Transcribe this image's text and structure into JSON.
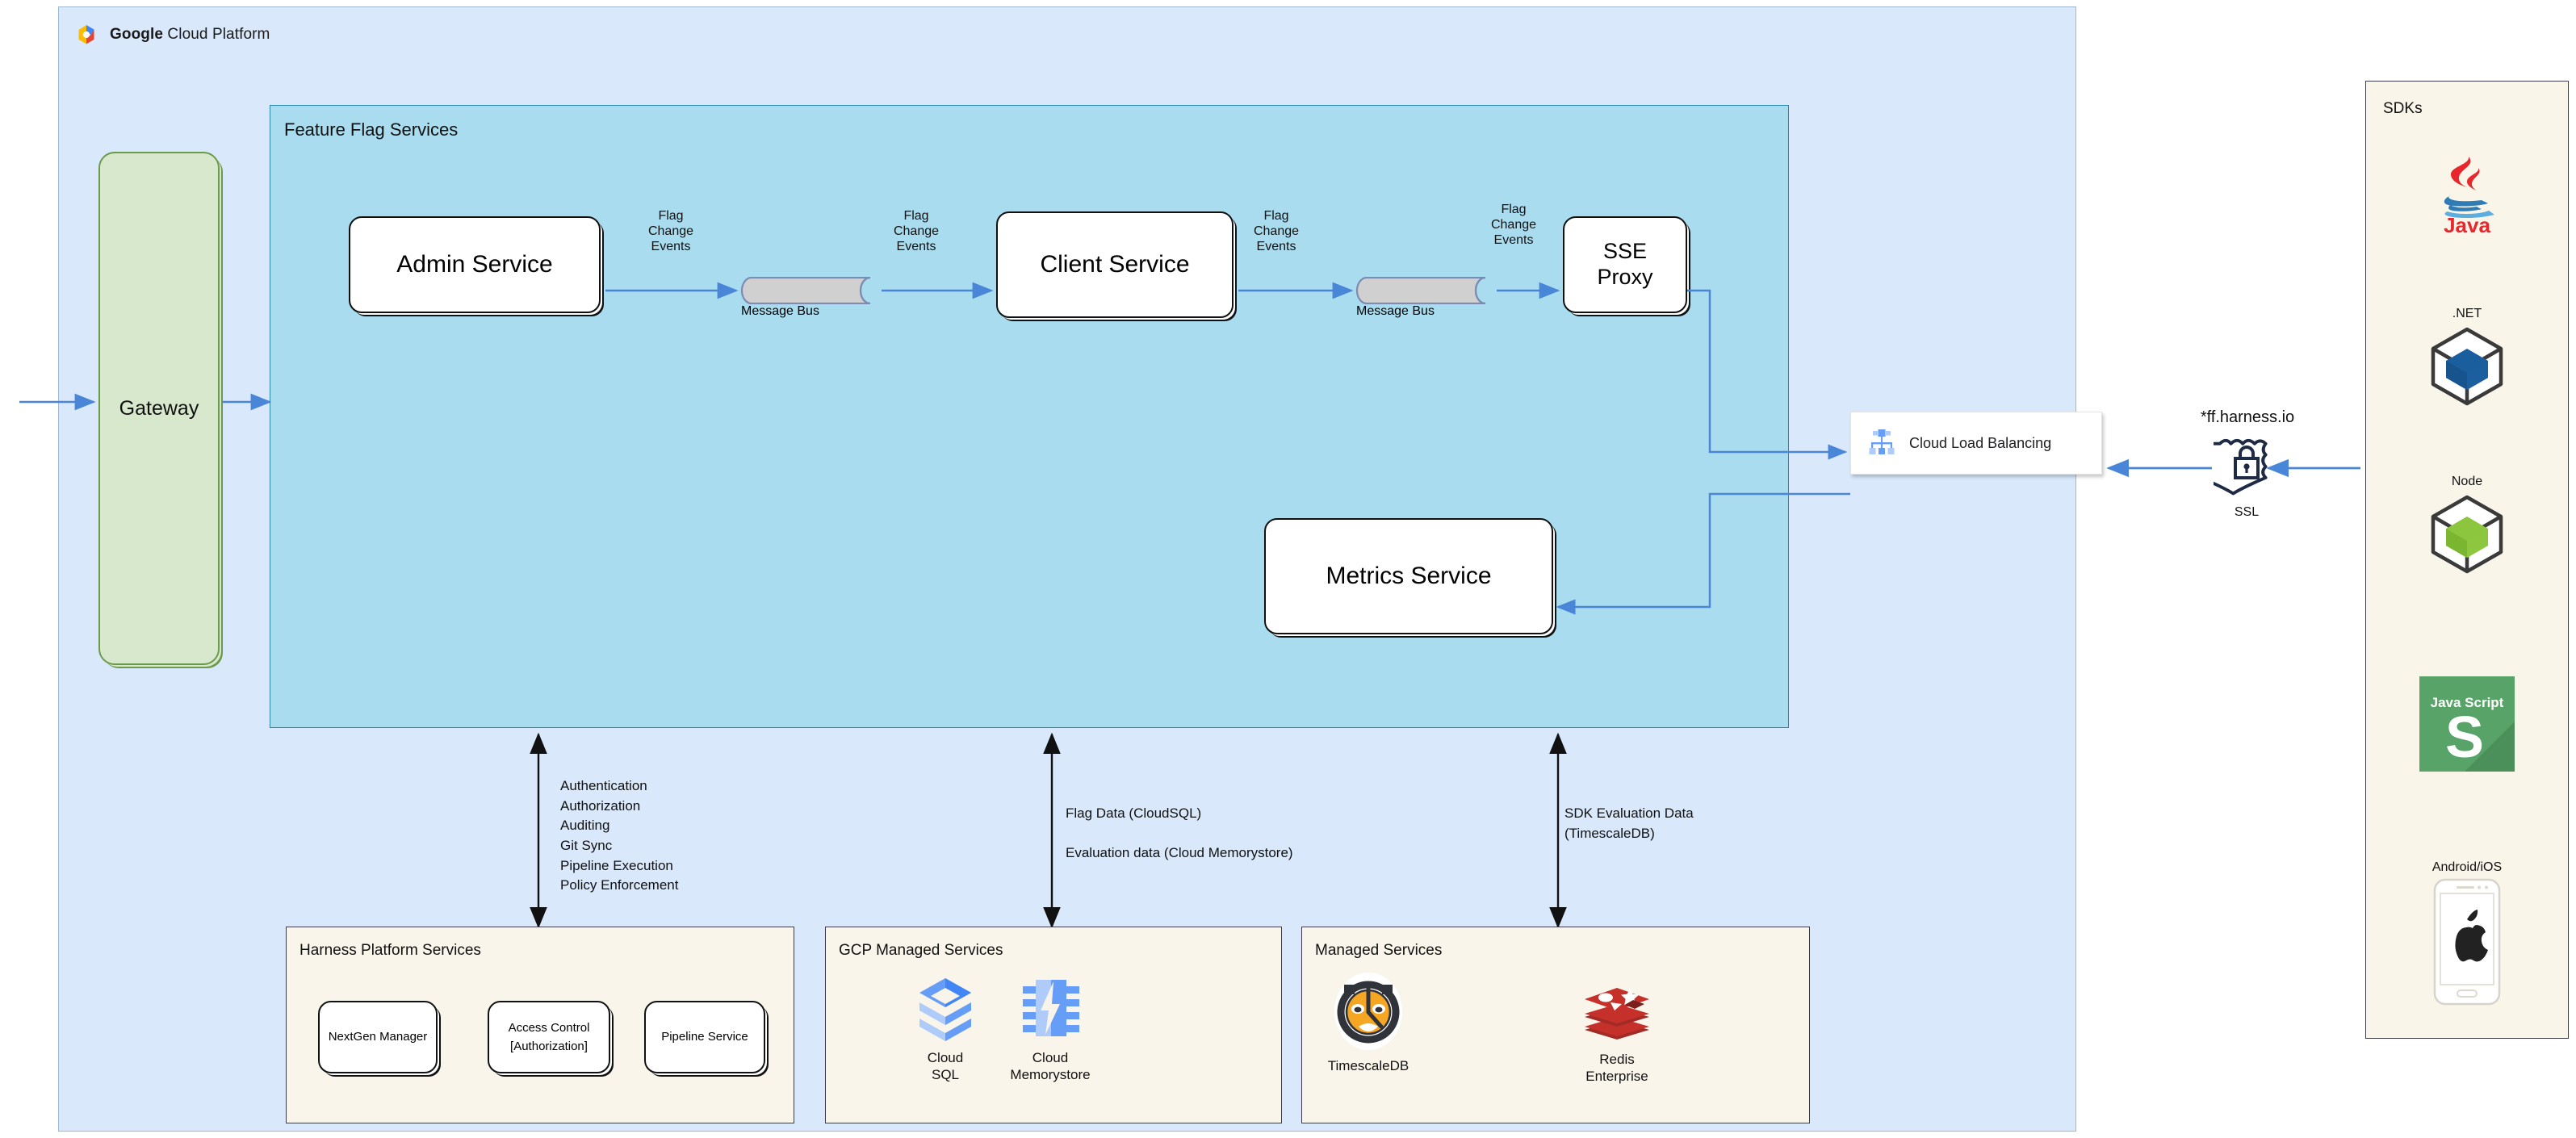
{
  "gcp": {
    "title_bold": "Google",
    "title_rest": " Cloud Platform",
    "logo_icon": "google-cloud-logo-icon",
    "bg_color": "#d9e8fb"
  },
  "gateway": {
    "label": "Gateway",
    "fill": "#d8e8cd",
    "stroke": "#6a9a4a"
  },
  "feature_flag_services": {
    "title": "Feature Flag Services",
    "fill": "#a9dcee",
    "stroke": "#2a87a8",
    "nodes": [
      {
        "id": "admin-service",
        "label": "Admin Service"
      },
      {
        "id": "client-service",
        "label": "Client Service"
      },
      {
        "id": "sse-proxy",
        "label": "SSE\nProxy"
      },
      {
        "id": "metrics-service",
        "label": "Metrics Service"
      }
    ],
    "message_buses": [
      {
        "id": "message-bus-1",
        "label": "Message Bus"
      },
      {
        "id": "message-bus-2",
        "label": "Message Bus"
      }
    ],
    "edge_labels": [
      {
        "id": "edge-admin-to-bus1",
        "text": "Flag\nChange\nEvents"
      },
      {
        "id": "edge-bus1-to-client",
        "text": "Flag\nChange\nEvents"
      },
      {
        "id": "edge-client-to-bus2",
        "text": "Flag\nChange\nEvents"
      },
      {
        "id": "edge-bus2-to-sse",
        "text": "Flag\nChange\nEvents"
      }
    ]
  },
  "load_balancer": {
    "label": "Cloud Load Balancing",
    "icon": "cloud-load-balancing-icon"
  },
  "external": {
    "domain": "*ff.harness.io",
    "ssl_label": "SSL",
    "ssl_icon": "ssl-shield-lock-icon"
  },
  "connector_notes": [
    {
      "id": "note-harness-platform",
      "lines": [
        "Authentication",
        "Authorization",
        "Auditing",
        "Git Sync",
        "Pipeline Execution",
        "Policy Enforcement"
      ]
    },
    {
      "id": "note-gcp-managed",
      "lines": [
        "Flag Data (CloudSQL)",
        "",
        "Evaluation data (Cloud Memorystore)"
      ]
    },
    {
      "id": "note-managed-services",
      "lines": [
        "SDK Evaluation Data",
        "(TimescaleDB)"
      ]
    }
  ],
  "bottom_panels": [
    {
      "id": "harness-platform-services",
      "title": "Harness Platform Services",
      "items": [
        {
          "id": "nextgen-manager",
          "label": "NextGen Manager"
        },
        {
          "id": "access-control",
          "label": "Access Control\n[Authorization]"
        },
        {
          "id": "pipeline-service",
          "label": "Pipeline Service"
        }
      ]
    },
    {
      "id": "gcp-managed-services",
      "title": "GCP Managed Services",
      "items": [
        {
          "id": "cloud-sql",
          "label": "Cloud\nSQL",
          "icon": "cloud-sql-icon"
        },
        {
          "id": "cloud-memorystore",
          "label": "Cloud\nMemorystore",
          "icon": "cloud-memorystore-icon"
        }
      ]
    },
    {
      "id": "managed-services",
      "title": "Managed Services",
      "items": [
        {
          "id": "timescaledb",
          "label": "TimescaleDB",
          "icon": "timescaledb-tiger-icon"
        },
        {
          "id": "redis-enterprise",
          "label": "Redis\nEnterprise",
          "icon": "redis-icon"
        }
      ]
    }
  ],
  "sdks": {
    "title": "SDKs",
    "items": [
      {
        "id": "sdk-java",
        "name": "",
        "icon": "java-logo-icon",
        "caption_below": "Java"
      },
      {
        "id": "sdk-dotnet",
        "name": ".NET",
        "icon": "dotnet-cube-icon"
      },
      {
        "id": "sdk-node",
        "name": "Node",
        "icon": "node-cube-icon"
      },
      {
        "id": "sdk-javascript",
        "name": "",
        "icon": "javascript-tile-icon",
        "caption_in_tile": "Java Script"
      },
      {
        "id": "sdk-android-ios",
        "name": "Android/iOS",
        "icon": "mobile-apple-icon"
      }
    ]
  },
  "colors": {
    "arrow_blue": "#4a86d8",
    "arrow_black": "#111111",
    "panel_cream": "#faf5ea",
    "ffs_fill": "#a9dcee",
    "gcp_fill": "#d9e8fb"
  }
}
